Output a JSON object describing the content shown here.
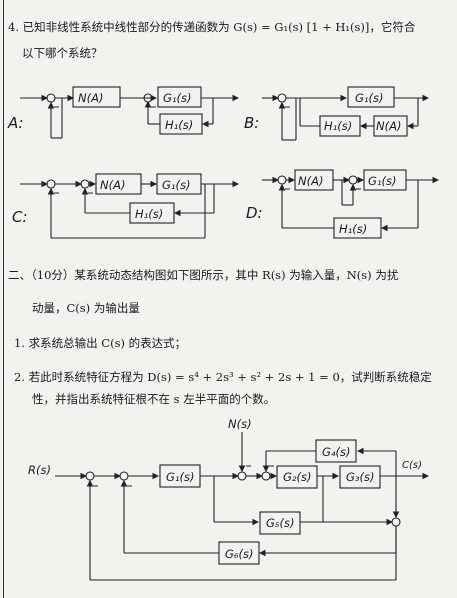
{
  "q4": {
    "stem_line1": "4. 已知非线性系统中线性部分的传递函数为 G(s) = G₁(s) [1 + H₁(s)]，它符合",
    "stem_line2": "以下哪个系统？",
    "blocks": {
      "n": "N(A)",
      "g1": "G₁(s)",
      "h1": "H₁(s)"
    },
    "options": {
      "a": "A:",
      "b": "B:",
      "c": "C:",
      "d": "D:"
    }
  },
  "q2": {
    "heading": "二、（10分）某系统动态结构图如下图所示，其中 R(s) 为输入量，N(s) 为扰",
    "heading2": "动量，C(s) 为输出量",
    "item1": "1. 求系统总输出 C(s) 的表达式；",
    "item2_line1": "2. 若此时系统特征方程为 D(s) = s⁴ + 2s³ + s² + 2s + 1 = 0，试判断系统稳定",
    "item2_line2": "性，并指出系统特征根不在 s 左半平面的个数。"
  },
  "diagram": {
    "input": "R(s)",
    "disturbance": "N(s)",
    "output": "C(s)",
    "blocks": {
      "g1": "G₁(s)",
      "g2": "G₂(s)",
      "g3": "G₃(s)",
      "g4": "G₄(s)",
      "g5": "G₅(s)",
      "g6": "G₆(s)"
    }
  }
}
